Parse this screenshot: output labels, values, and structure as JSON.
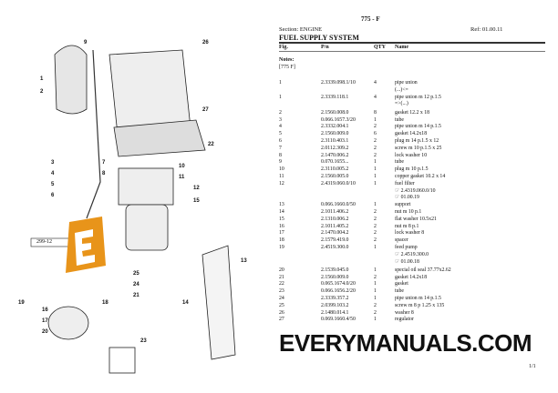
{
  "header": {
    "code": "775 - F",
    "section": "Section: ENGINE",
    "ref": "Ref: 01.00.11",
    "title": "FUEL SUPPLY SYSTEM"
  },
  "columns": [
    "Fig.",
    "P/n",
    "QTY",
    "Name"
  ],
  "notes": {
    "label": "Notes:",
    "value": "[775 F]"
  },
  "rows": [
    {
      "fig": "1",
      "pn": "2.3339.098.1/10",
      "qty": "4",
      "name": "pipe union",
      "sub": [
        "(...)<="
      ]
    },
    {
      "fig": "1",
      "pn": "2.3339.118.1",
      "qty": "4",
      "name": "pipe union m 12 p.1.5",
      "sub": [
        "=>(...)"
      ]
    },
    {
      "fig": "2",
      "pn": "2.1560.008.0",
      "qty": "8",
      "name": "gasket 12.2 x 18"
    },
    {
      "fig": "3",
      "pn": "0.066.1657.3/20",
      "qty": "1",
      "name": "tube"
    },
    {
      "fig": "4",
      "pn": "2.3332.004.1",
      "qty": "2",
      "name": "pipe union m 14 p.1.5"
    },
    {
      "fig": "5",
      "pn": "2.1560.009.0",
      "qty": "6",
      "name": "gasket 14.2x18"
    },
    {
      "fig": "6",
      "pn": "2.3110.403.1",
      "qty": "2",
      "name": "plug m 14 p.1.5 x 12"
    },
    {
      "fig": "7",
      "pn": "2.0112.309.2",
      "qty": "2",
      "name": "screw m 10 p.1.5 x 25"
    },
    {
      "fig": "8",
      "pn": "2.1470.006.2",
      "qty": "2",
      "name": "lock washer 10"
    },
    {
      "fig": "9",
      "pn": "0.070.1655...",
      "qty": "1",
      "name": "tube"
    },
    {
      "fig": "10",
      "pn": "2.3110.005.2",
      "qty": "1",
      "name": "plug m 10 p.1.5"
    },
    {
      "fig": "11",
      "pn": "2.1560.005.0",
      "qty": "1",
      "name": "copper gasket 10.2 x 14"
    },
    {
      "fig": "12",
      "pn": "2.4319.060.0/10",
      "qty": "1",
      "name": "fuel filter",
      "sub": [
        "☞ 2.4319.060.0/10",
        "☞ 01.00.19"
      ]
    },
    {
      "fig": "13",
      "pn": "0.066.1660.0/50",
      "qty": "1",
      "name": "support"
    },
    {
      "fig": "14",
      "pn": "2.1011.406.2",
      "qty": "2",
      "name": "nut m 10 p.1"
    },
    {
      "fig": "15",
      "pn": "2.1310.006.2",
      "qty": "2",
      "name": "flat washer 10.5x21"
    },
    {
      "fig": "16",
      "pn": "2.1011.405.2",
      "qty": "2",
      "name": "nut m 8 p.1"
    },
    {
      "fig": "17",
      "pn": "2.1470.004.2",
      "qty": "2",
      "name": "lock washer 8"
    },
    {
      "fig": "18",
      "pn": "2.1579.419.0",
      "qty": "2",
      "name": "spacer"
    },
    {
      "fig": "19",
      "pn": "2.4519.300.0",
      "qty": "1",
      "name": "feed pump",
      "sub": [
        "☞ 2.4519.300.0",
        "☞ 01.00.18"
      ]
    },
    {
      "fig": "20",
      "pn": "2.1539.045.0",
      "qty": "1",
      "name": "special oil seal 37.77x2.62"
    },
    {
      "fig": "21",
      "pn": "2.1560.009.0",
      "qty": "2",
      "name": "gasket 14.2x18"
    },
    {
      "fig": "22",
      "pn": "0.065.1674.0/20",
      "qty": "1",
      "name": "gasket"
    },
    {
      "fig": "23",
      "pn": "0.066.1656.2/20",
      "qty": "1",
      "name": "tube"
    },
    {
      "fig": "24",
      "pn": "2.3339.357.2",
      "qty": "1",
      "name": "pipe union m 14 p.1.5"
    },
    {
      "fig": "25",
      "pn": "2.0399.103.2",
      "qty": "2",
      "name": "screw m 8 p 1.25 x 135"
    },
    {
      "fig": "26",
      "pn": "2.1480.014.1",
      "qty": "2",
      "name": "washer 8"
    },
    {
      "fig": "27",
      "pn": "0.069.1660.4/50",
      "qty": "1",
      "name": "regulator"
    }
  ],
  "diagram": {
    "label": "299-12",
    "callouts": [
      "9",
      "26",
      "1",
      "27",
      "2",
      "22",
      "3",
      "4",
      "5",
      "6",
      "10",
      "11",
      "12",
      "7",
      "8",
      "13",
      "15",
      "25",
      "24",
      "21",
      "14",
      "18",
      "16",
      "17",
      "19",
      "20",
      "23"
    ]
  },
  "watermark": "EVERYMANUALS.COM",
  "footer": {
    "page": "1/1"
  }
}
